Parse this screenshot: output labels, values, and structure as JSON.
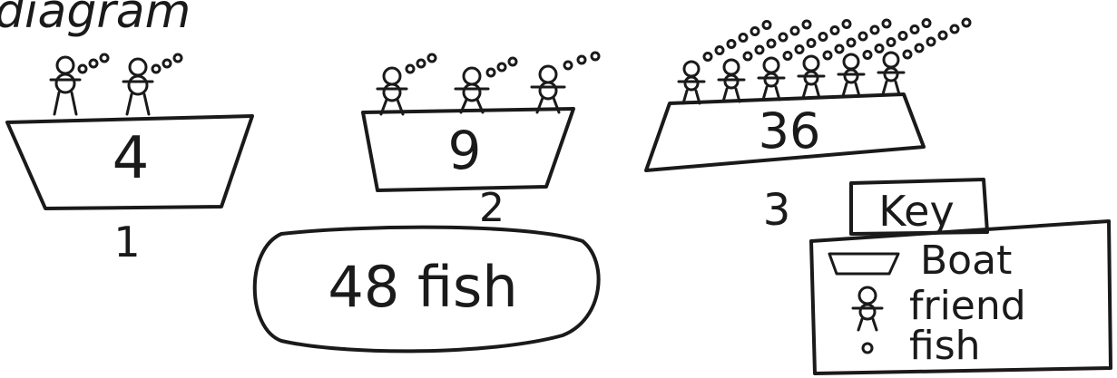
{
  "diagram": {
    "heading_partial": "diagram",
    "boats": [
      {
        "number": "4",
        "label": "1",
        "friends": 2,
        "fish_per_friend": 3
      },
      {
        "number": "9",
        "label": "2",
        "friends": 3,
        "fish_per_friend": 3
      },
      {
        "number": "36",
        "label": "3",
        "friends": 6,
        "fish_per_friend": 6
      }
    ],
    "answer": "48 fish",
    "key": {
      "title": "Key",
      "items": [
        {
          "icon": "boat-icon",
          "label": "Boat"
        },
        {
          "icon": "friend-icon",
          "label": "friend"
        },
        {
          "icon": "fish-icon",
          "label": "fish"
        }
      ]
    }
  }
}
